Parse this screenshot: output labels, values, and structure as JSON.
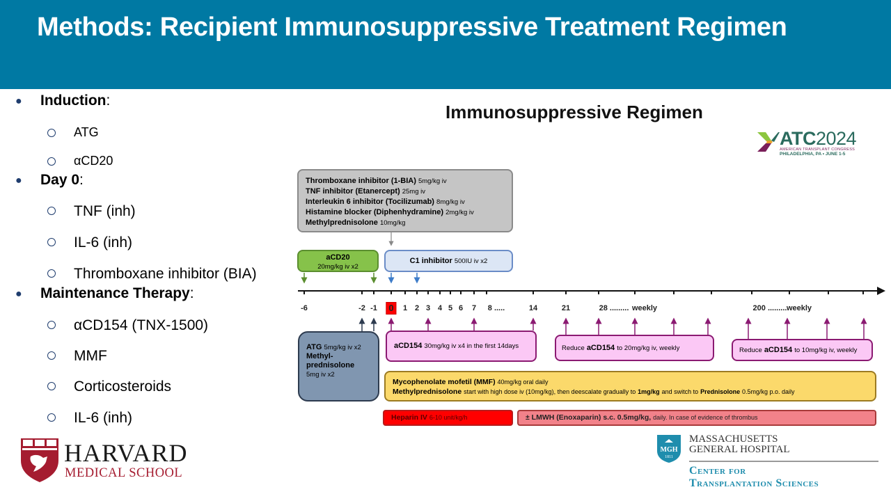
{
  "header": {
    "title": "Methods: Recipient Immunosuppressive Treatment Regimen"
  },
  "bullets": [
    {
      "label": "Induction",
      "suffix": ":",
      "children": [
        "ATG",
        "αCD20"
      ]
    },
    {
      "label": "Day 0",
      "suffix": ":",
      "children": [
        "TNF (inh)",
        "IL-6 (inh)",
        "Thromboxane inhibitor (BIA)"
      ]
    },
    {
      "label": "Maintenance Therapy",
      "suffix": ":",
      "children": [
        "αCD154 (TNX-1500)",
        "MMF",
        "Corticosteroids",
        "IL-6 (inh)"
      ]
    }
  ],
  "diagram": {
    "title": "Immunosuppressive Regimen",
    "day0_box": {
      "lines": [
        {
          "drug": "Thromboxane inhibitor (1-BIA)",
          "dose": "5mg/kg iv"
        },
        {
          "drug": "TNF inhibitor (Etanercept)",
          "dose": "25mg iv"
        },
        {
          "drug": "Interleukin 6 inhibitor (Tocilizumab)",
          "dose": "8mg/kg iv"
        },
        {
          "drug": "Histamine blocker (Diphenhydramine)",
          "dose": "2mg/kg iv"
        },
        {
          "drug": "Methylprednisolone",
          "dose": "10mg/kg"
        }
      ]
    },
    "acd20_box": {
      "drug": "aCD20",
      "dose": "20mg/kg iv x2"
    },
    "c1_box": {
      "drug": "C1 inhibitor",
      "dose": "500IU iv x2"
    },
    "atg_box": {
      "drug1": "ATG",
      "dose1": "5mg/kg iv x2",
      "drug2_a": "Methyl-",
      "drug2_b": "prednisolone",
      "dose2": "5mg iv x2"
    },
    "acd154_box1": {
      "drug": "aCD154",
      "dose": "30mg/kg iv x4 in the first 14days"
    },
    "acd154_box2": {
      "pre": "Reduce",
      "drug": "aCD154",
      "post": "to 20mg/kg iv, weekly"
    },
    "acd154_box3": {
      "pre": "Reduce",
      "drug": "aCD154",
      "post": "to 10mg/kg iv, weekly"
    },
    "mmf_box": {
      "line1_drug": "Mycophenolate mofetil (MMF)",
      "line1_dose": "40mg/kg oral daily",
      "line2_drug": "Methylprednisolone",
      "line2_text_a": "start with high dose iv (10mg/kg), then deescalate gradually to",
      "line2_bold": "1mg/kg",
      "line2_text_b": "and switch to",
      "line2_drug2": "Prednisolone",
      "line2_text_c": "0.5mg/kg p.o. daily"
    },
    "heparin_box": {
      "drug": "Heparin IV",
      "dose": "6-10 unit/kg/h"
    },
    "lmwh_box": {
      "drug": "± LMWH (Enoxaparin) s.c. 0.5mg/kg,",
      "dose": "daily. In case of evidence of thrombus"
    },
    "timeline": {
      "ticks": [
        {
          "label": "-6",
          "highlight": false
        },
        {
          "label": "-2",
          "highlight": false
        },
        {
          "label": "-1",
          "highlight": false
        },
        {
          "label": "0",
          "highlight": true
        },
        {
          "label": "1",
          "highlight": false
        },
        {
          "label": "2",
          "highlight": false
        },
        {
          "label": "3",
          "highlight": false
        },
        {
          "label": "4",
          "highlight": false
        },
        {
          "label": "5",
          "highlight": false
        },
        {
          "label": "6",
          "highlight": false
        },
        {
          "label": "7",
          "highlight": false
        },
        {
          "label": "8 .....",
          "highlight": false
        },
        {
          "label": "14",
          "highlight": false
        },
        {
          "label": "21",
          "highlight": false
        },
        {
          "label": "28 .........",
          "highlight": false
        },
        {
          "label": "weekly",
          "highlight": false
        },
        {
          "label": "",
          "highlight": false
        },
        {
          "label": "",
          "highlight": false
        },
        {
          "label": "200 .........",
          "highlight": false
        },
        {
          "label": "weekly",
          "highlight": false
        },
        {
          "label": "",
          "highlight": false
        },
        {
          "label": "",
          "highlight": false
        }
      ],
      "colors": {
        "acd20": "#5b8e2f",
        "c1": "#3d7cc9",
        "atg": "#2d3b4f",
        "acd154": "#8b1a72",
        "axis": "#111111",
        "day0_connector": "#888888"
      }
    }
  },
  "logos": {
    "atc": {
      "big": "ATC",
      "year": "2024",
      "line1": "AMERICAN TRANSPLANT CONGRESS",
      "line2": "PHILADELPHIA, PA  •  JUNE 1-5"
    },
    "harvard": {
      "word1": "HARVARD",
      "word2": "MEDICAL SCHOOL"
    },
    "mgh": {
      "shield": "MGH",
      "year": "1811",
      "line1": "MASSACHUSETTS",
      "line2": "GENERAL HOSPITAL",
      "line3": "Center for",
      "line4": "Transplantation Sciences"
    }
  }
}
